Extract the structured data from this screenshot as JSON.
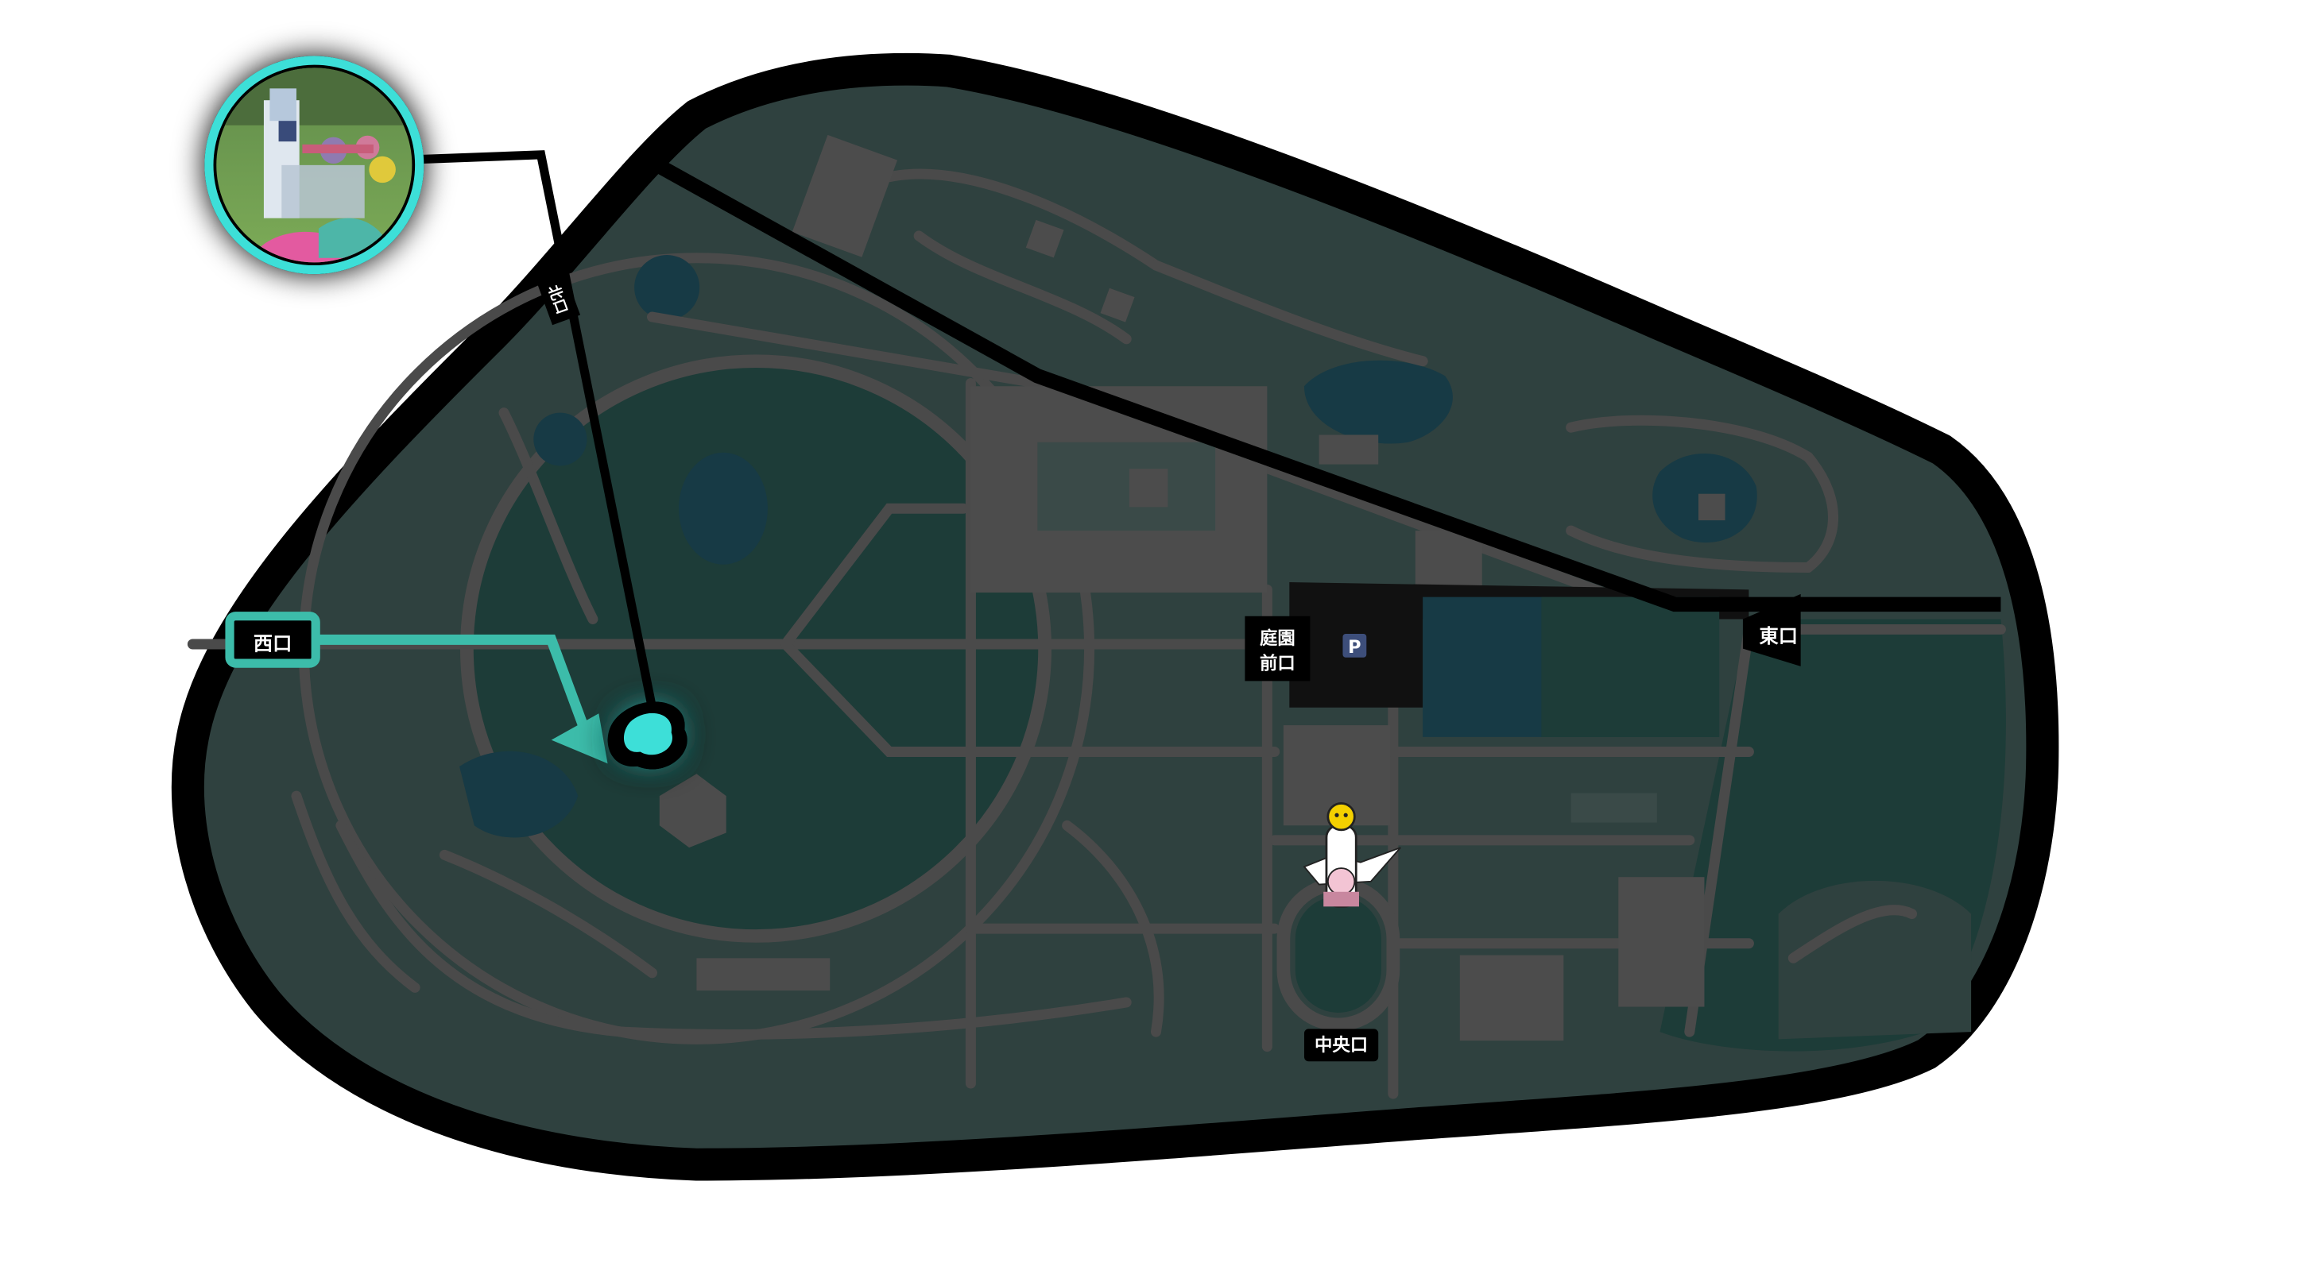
{
  "gates": {
    "west": "西口",
    "east": "東口",
    "central": "中央口",
    "garden_front_line1": "庭園",
    "garden_front_line2": "前口",
    "north": "北口"
  },
  "parking": {
    "label": "P",
    "icon": "parking-icon"
  },
  "highlight": {
    "photo_icon": "playground-photo",
    "marker_icon": "location-marker-icon",
    "route_icon": "route-arrow-icon"
  },
  "landmark": {
    "icon": "tower-of-the-sun-icon"
  },
  "colors": {
    "park_fill": "#2f413f",
    "park_border": "#000000",
    "paths": "#4a4a4a",
    "ponds": "#173a45",
    "forest": "#1d3c38",
    "buildings": "#4c4c4c",
    "accent": "#3ddfd8",
    "route": "#3cbcaa"
  }
}
